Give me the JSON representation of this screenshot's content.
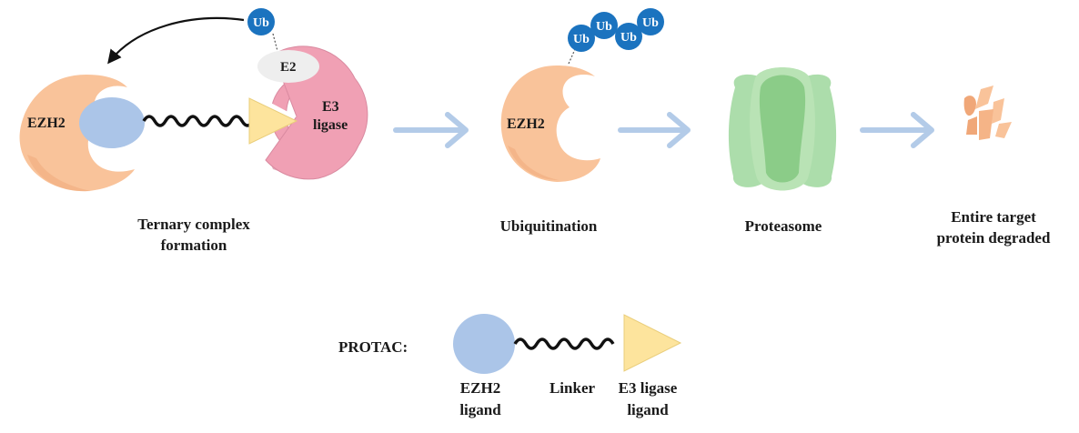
{
  "stage1": {
    "target_label": "EZH2",
    "e2_label": "E2",
    "e3_label_line1": "E3",
    "e3_label_line2": "ligase",
    "ub_label": "Ub",
    "caption_line1": "Ternary complex",
    "caption_line2": "formation"
  },
  "stage2": {
    "target_label": "EZH2",
    "ub_labels": [
      "Ub",
      "Ub",
      "Ub",
      "Ub"
    ],
    "caption": "Ubiquitination"
  },
  "stage3": {
    "caption": "Proteasome"
  },
  "stage4": {
    "caption_line1": "Entire target",
    "caption_line2": "protein degraded"
  },
  "legend": {
    "title": "PROTAC:",
    "ligand_line1": "EZH2",
    "ligand_line2": "ligand",
    "linker": "Linker",
    "e3_line1": "E3 ligase",
    "e3_line2": "ligand"
  },
  "colors": {
    "ezh2": "#f9c39a",
    "ligand": "#abc5e8",
    "e3": "#f0a0b4",
    "ub": "#1b73bf",
    "e2": "#eeeeee",
    "triangle": "#fde49d",
    "proteasome": "#9ed79c",
    "arrow": "#b3cbe8"
  }
}
